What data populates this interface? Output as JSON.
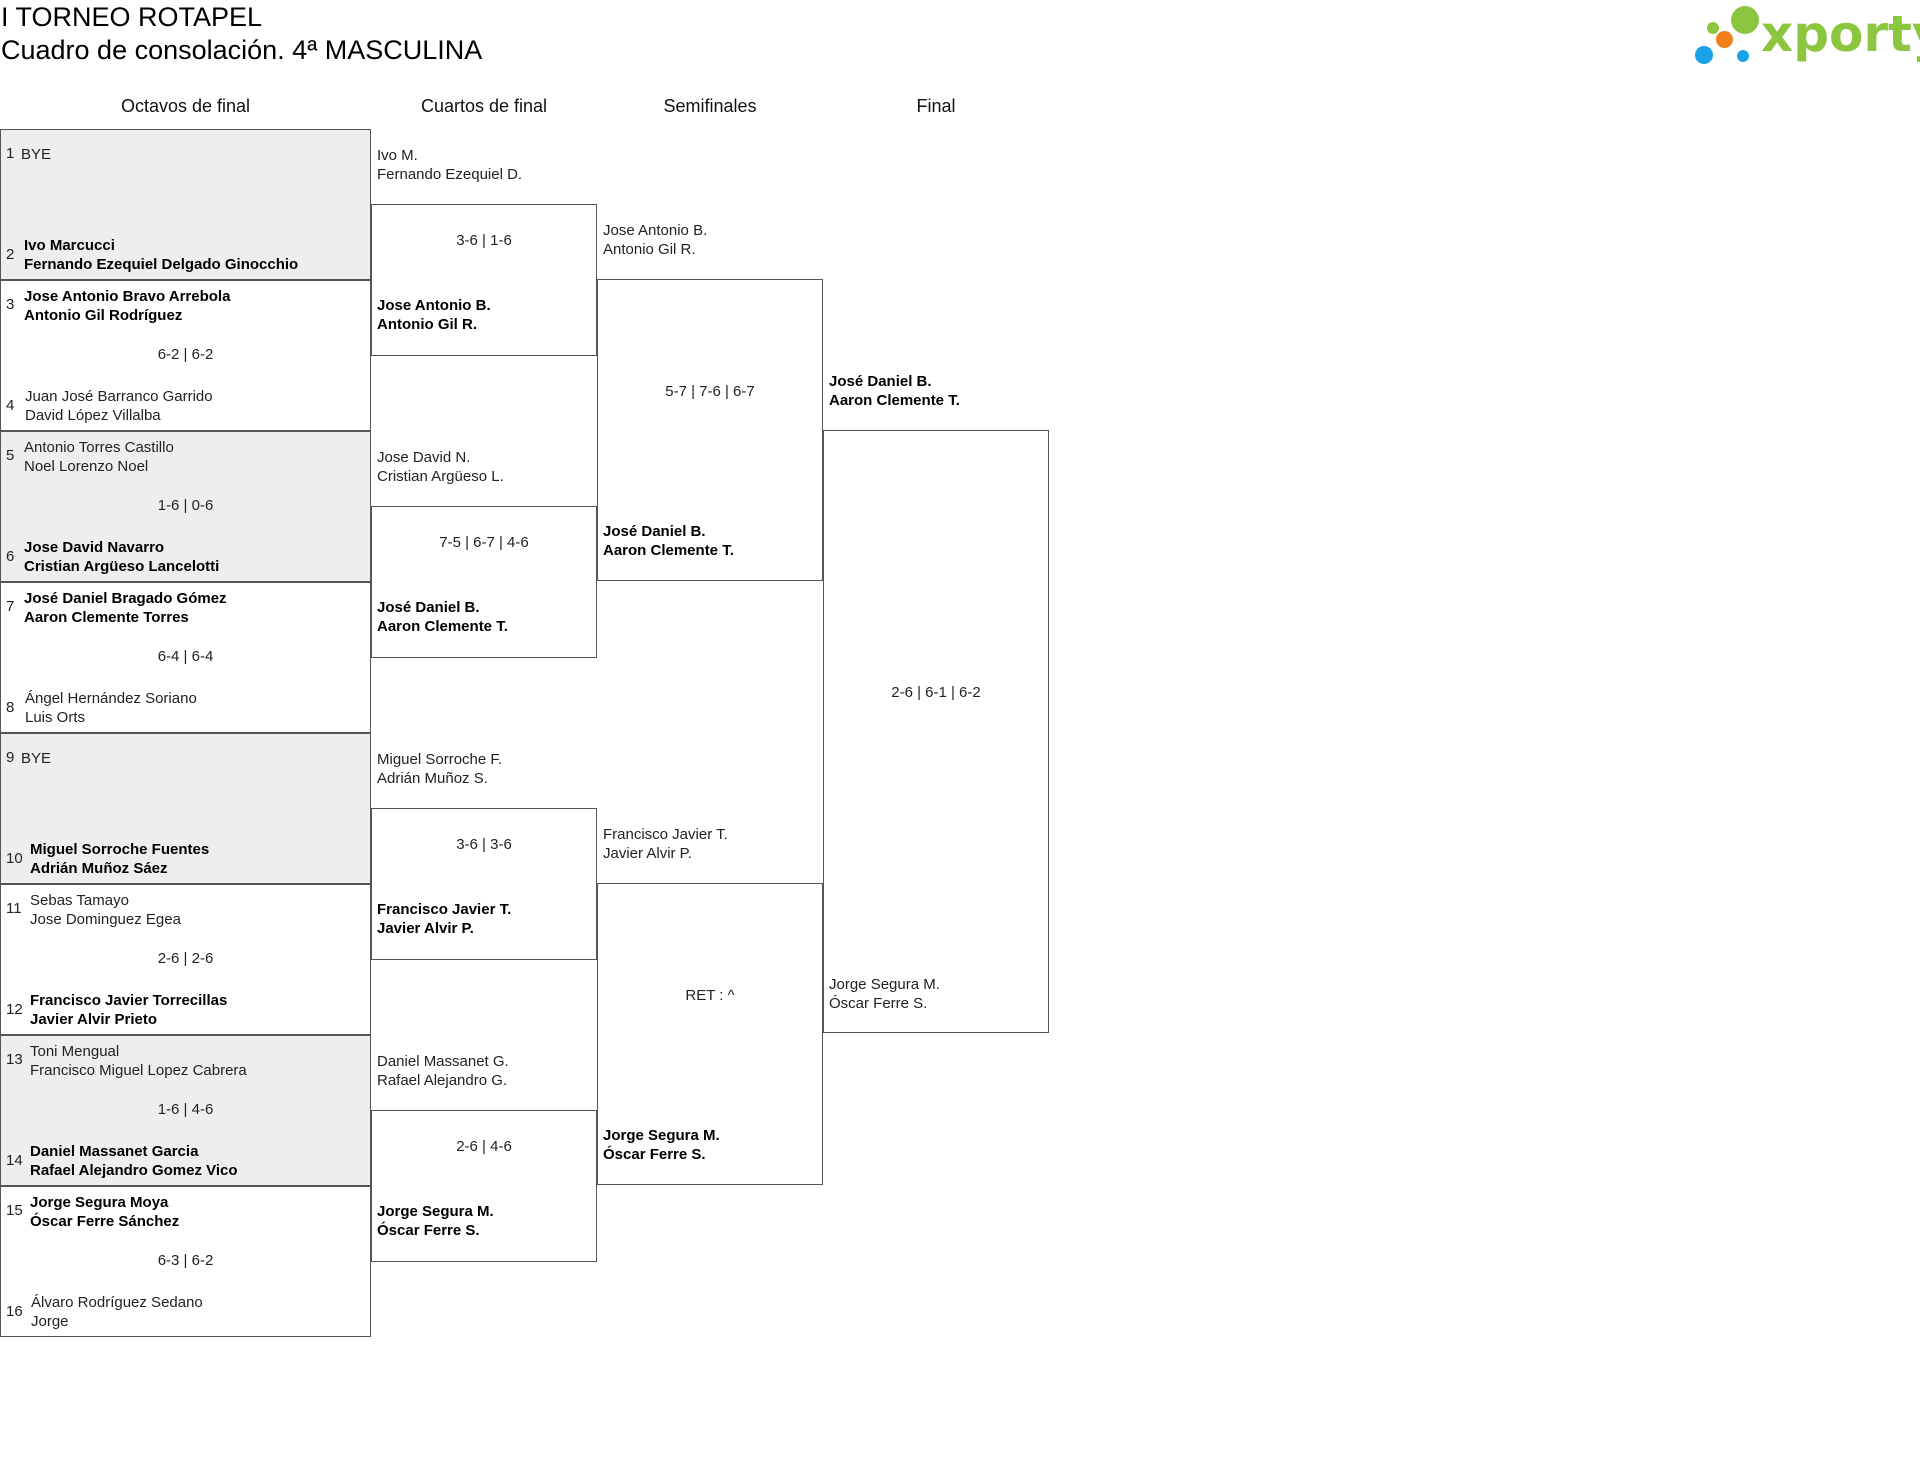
{
  "header": {
    "title_line1": "I TORNEO ROTAPEL",
    "title_line2": "Cuadro de consolación. 4ª MASCULINA",
    "logo_text": "xporty",
    "logo_colors": {
      "green": "#8cc63f",
      "orange": "#f07f1b",
      "blue": "#1aa3e8"
    }
  },
  "rounds": {
    "r16": "Octavos de final",
    "qf": "Cuartos de final",
    "sf": "Semifinales",
    "final": "Final"
  },
  "r16_matches": [
    {
      "seed_a": "1",
      "a1": "BYE",
      "a2": "",
      "seed_b": "2",
      "b1": "Ivo Marcucci",
      "b2": "Fernando Ezequiel Delgado Ginocchio",
      "score": "",
      "winner": "b"
    },
    {
      "seed_a": "3",
      "a1": "Jose Antonio Bravo Arrebola",
      "a2": "Antonio Gil Rodríguez",
      "seed_b": "4",
      "b1": "Juan José Barranco Garrido",
      "b2": "David López Villalba",
      "score": "6-2 | 6-2",
      "winner": "a"
    },
    {
      "seed_a": "5",
      "a1": "Antonio Torres Castillo",
      "a2": "Noel Lorenzo Noel",
      "seed_b": "6",
      "b1": "Jose David Navarro",
      "b2": "Cristian Argüeso Lancelotti",
      "score": "1-6 | 0-6",
      "winner": "b"
    },
    {
      "seed_a": "7",
      "a1": "José Daniel Bragado Gómez",
      "a2": "Aaron Clemente Torres",
      "seed_b": "8",
      "b1": "Ángel Hernández Soriano",
      "b2": "Luis Orts",
      "score": "6-4 | 6-4",
      "winner": "a"
    },
    {
      "seed_a": "9",
      "a1": "BYE",
      "a2": "",
      "seed_b": "10",
      "b1": "Miguel Sorroche Fuentes",
      "b2": "Adrián Muñoz Sáez",
      "score": "",
      "winner": "b"
    },
    {
      "seed_a": "11",
      "a1": "Sebas Tamayo",
      "a2": "Jose Dominguez Egea",
      "seed_b": "12",
      "b1": "Francisco Javier Torrecillas",
      "b2": "Javier Alvir Prieto",
      "score": "2-6 | 2-6",
      "winner": "b"
    },
    {
      "seed_a": "13",
      "a1": "Toni Mengual",
      "a2": "Francisco Miguel Lopez Cabrera",
      "seed_b": "14",
      "b1": "Daniel Massanet Garcia",
      "b2": "Rafael Alejandro Gomez Vico",
      "score": "1-6 | 4-6",
      "winner": "b"
    },
    {
      "seed_a": "15",
      "a1": "Jorge Segura Moya",
      "a2": "Óscar Ferre Sánchez",
      "seed_b": "16",
      "b1": "Álvaro Rodríguez Sedano",
      "b2": "Jorge",
      "score": "6-3 | 6-2",
      "winner": "a"
    }
  ],
  "qf_matches": [
    {
      "a1": "Ivo M.",
      "a2": "Fernando Ezequiel D.",
      "b1": "Jose Antonio B.",
      "b2": "Antonio Gil R.",
      "score": "3-6 | 1-6",
      "winner": "b"
    },
    {
      "a1": "Jose David N.",
      "a2": "Cristian Argüeso L.",
      "b1": "José Daniel B.",
      "b2": "Aaron Clemente T.",
      "score": "7-5 | 6-7 | 4-6",
      "winner": "b"
    },
    {
      "a1": "Miguel Sorroche F.",
      "a2": "Adrián Muñoz S.",
      "b1": "Francisco Javier T.",
      "b2": "Javier Alvir P.",
      "score": "3-6 | 3-6",
      "winner": "b"
    },
    {
      "a1": "Daniel Massanet G.",
      "a2": "Rafael Alejandro G.",
      "b1": "Jorge Segura M.",
      "b2": "Óscar Ferre S.",
      "score": "2-6 | 4-6",
      "winner": "b"
    }
  ],
  "sf_matches": [
    {
      "a1": "Jose Antonio B.",
      "a2": "Antonio Gil R.",
      "b1": "José Daniel B.",
      "b2": "Aaron Clemente T.",
      "score": "5-7 | 7-6 | 6-7",
      "winner": "b"
    },
    {
      "a1": "Francisco Javier T.",
      "a2": "Javier Alvir P.",
      "b1": "Jorge Segura M.",
      "b2": "Óscar Ferre S.",
      "score": "RET : ^",
      "winner": "b"
    }
  ],
  "final_match": {
    "a1": "José Daniel B.",
    "a2": "Aaron Clemente T.",
    "b1": "Jorge Segura M.",
    "b2": "Óscar Ferre S.",
    "score": "2-6 | 6-1 | 6-2",
    "winner": "a"
  }
}
